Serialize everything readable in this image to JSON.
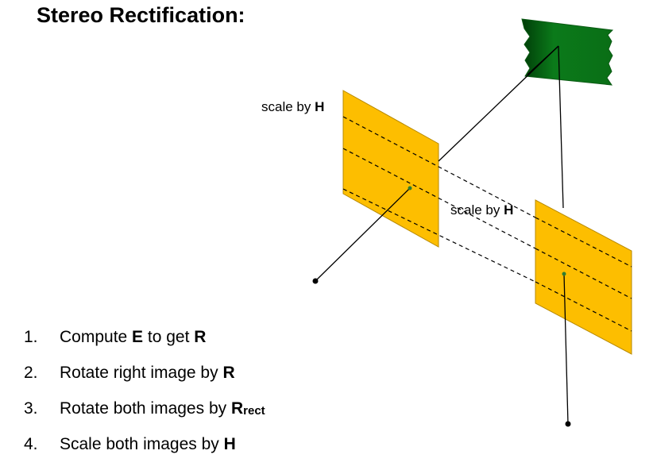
{
  "title": "Stereo Rectification:",
  "diagram": {
    "label_left": {
      "text": "scale by ",
      "bold": "H"
    },
    "label_right": {
      "text": "scale by ",
      "bold": "H"
    },
    "colors": {
      "image_plane": "#FDBE00",
      "object": "#0B7A1A",
      "line": "#000000",
      "center": "#2E7D32"
    }
  },
  "steps": [
    {
      "num": "1.",
      "parts": [
        {
          "t": "Compute "
        },
        {
          "t": "E",
          "b": true
        },
        {
          "t": " to get "
        },
        {
          "t": "R",
          "b": true
        }
      ]
    },
    {
      "num": "2.",
      "parts": [
        {
          "t": "Rotate right image by "
        },
        {
          "t": "R",
          "b": true
        }
      ]
    },
    {
      "num": "3.",
      "parts": [
        {
          "t": "Rotate both images by "
        },
        {
          "t": "R",
          "b": true
        },
        {
          "t": "rect",
          "b": true,
          "sub": true
        }
      ]
    },
    {
      "num": "4.",
      "parts": [
        {
          "t": "Scale both images by "
        },
        {
          "t": "H",
          "b": true
        }
      ]
    }
  ]
}
